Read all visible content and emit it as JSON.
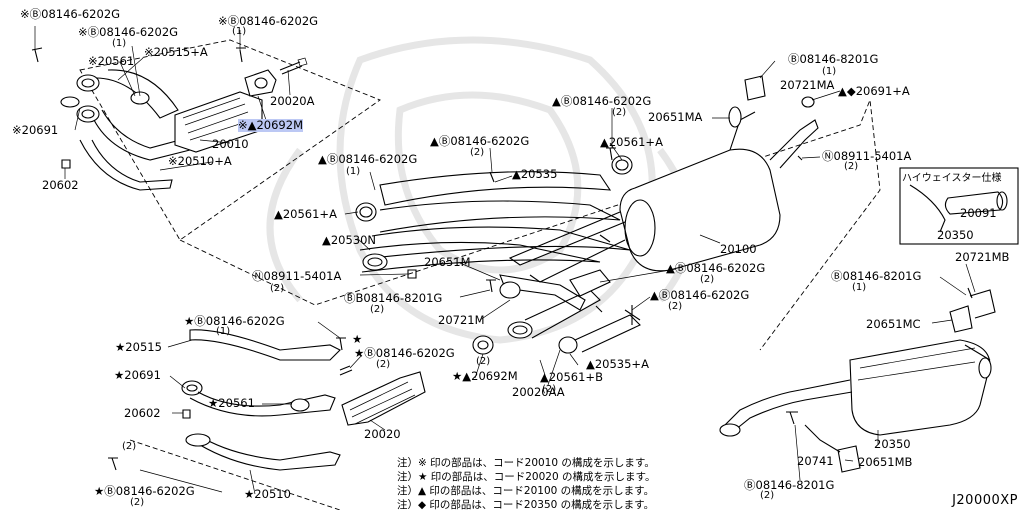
{
  "labels": [
    {
      "text": "※Ⓑ08146-6202G",
      "hl": false
    },
    {
      "text": "※Ⓑ08146-6202G",
      "hl": false
    },
    {
      "text": "※Ⓑ08146-6202G",
      "hl": false
    },
    {
      "text": "※20515+A",
      "hl": false
    },
    {
      "text": "※20561",
      "hl": false
    },
    {
      "text": "20020A",
      "hl": false
    },
    {
      "text": "※▲20692M",
      "hl": true
    },
    {
      "text": "※20691",
      "hl": false
    },
    {
      "text": "20010",
      "hl": false
    },
    {
      "text": "※20510+A",
      "hl": false
    },
    {
      "text": "20602",
      "hl": false
    },
    {
      "text": "▲Ⓑ08146-6202G",
      "hl": false
    },
    {
      "text": "▲Ⓑ08146-6202G",
      "hl": false
    },
    {
      "text": "▲Ⓑ08146-6202G",
      "hl": false
    },
    {
      "text": "▲20561+A",
      "hl": false
    },
    {
      "text": "▲20535",
      "hl": false
    },
    {
      "text": "▲20561+A",
      "hl": false
    },
    {
      "text": "▲20530N",
      "hl": false
    },
    {
      "text": "Ⓝ08911-5401A",
      "hl": false
    },
    {
      "text": "20651M",
      "hl": false
    },
    {
      "text": "ⒷB08146-8201G",
      "hl": false
    },
    {
      "text": "20721M",
      "hl": false
    },
    {
      "text": "Ⓑ08146-8201G",
      "hl": false
    },
    {
      "text": "20721MA",
      "hl": false
    },
    {
      "text": "▲◆20691+A",
      "hl": false
    },
    {
      "text": "20651MA",
      "hl": false
    },
    {
      "text": "Ⓝ08911-5401A",
      "hl": false
    },
    {
      "text": "20100",
      "hl": false
    },
    {
      "text": "▲Ⓑ08146-6202G",
      "hl": false
    },
    {
      "text": "▲Ⓑ08146-6202G",
      "hl": false
    },
    {
      "text": "★Ⓑ08146-6202G",
      "hl": false
    },
    {
      "text": "★",
      "hl": false
    },
    {
      "text": "★20515",
      "hl": false
    },
    {
      "text": "★Ⓑ08146-6202G",
      "hl": false
    },
    {
      "text": "★20691",
      "hl": false
    },
    {
      "text": "★20561",
      "hl": false
    },
    {
      "text": "20602",
      "hl": false
    },
    {
      "text": "20020",
      "hl": false
    },
    {
      "text": "★▲20692M",
      "hl": false
    },
    {
      "text": "▲20535+A",
      "hl": false
    },
    {
      "text": "▲20561+B",
      "hl": false
    },
    {
      "text": "20020AA",
      "hl": false
    },
    {
      "text": "★Ⓑ08146-6202G",
      "hl": false
    },
    {
      "text": "★20510",
      "hl": false
    },
    {
      "text": "20721MB",
      "hl": false
    },
    {
      "text": "Ⓑ08146-8201G",
      "hl": false
    },
    {
      "text": "20651MC",
      "hl": false
    },
    {
      "text": "20091",
      "hl": false
    },
    {
      "text": "20350",
      "hl": false
    },
    {
      "text": "20350",
      "hl": false
    },
    {
      "text": "20741",
      "hl": false
    },
    {
      "text": "20651MB",
      "hl": false
    },
    {
      "text": "Ⓑ08146-8201G",
      "hl": false
    }
  ],
  "qtys": [
    "(1)",
    "(1)",
    "(2)",
    "(1)",
    "(2)",
    "(1)",
    "(2)",
    "(2)",
    "(2)",
    "(2)",
    "(2)",
    "(1)",
    "(2)",
    "(2)",
    "(1)",
    "(2)",
    "(2)",
    "(2)",
    "(2)"
  ],
  "inset_title": "ハイウェイスター仕様",
  "notes": [
    "注）※ 印の部品は、コード20010 の構成を示します。",
    "注）★ 印の部品は、コード20020 の構成を示します。",
    "注）▲ 印の部品は、コード20100 の構成を示します。",
    "注）◆ 印の部品は、コード20350 の構成を示します。"
  ],
  "diagram_id": "J20000XP",
  "highlight_color": "#bcc8f4"
}
